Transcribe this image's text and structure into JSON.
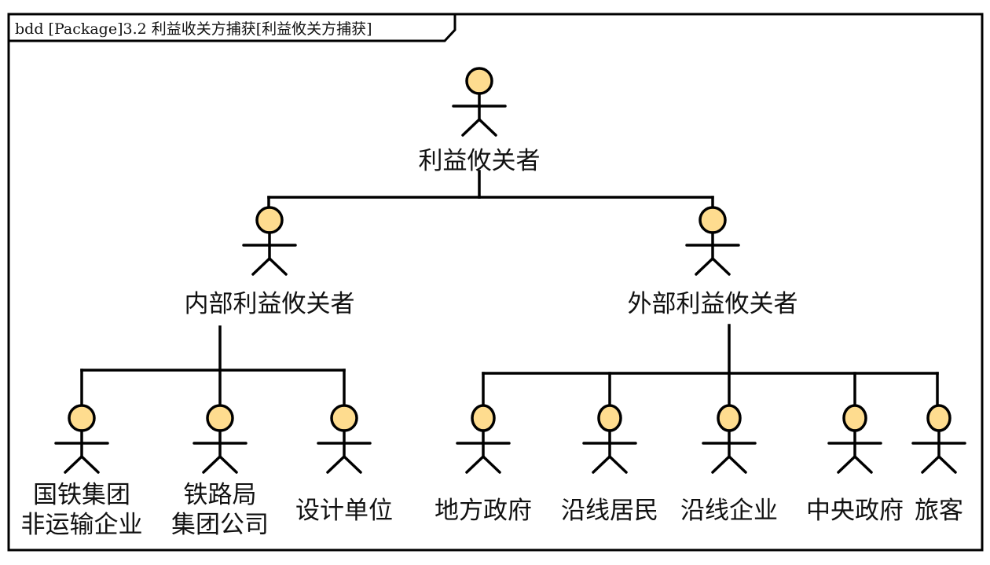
{
  "diagram": {
    "type": "bdd",
    "frame_title": "bdd [Package]3.2 利益收关方捕获[利益攸关方捕获]",
    "head_fill": "#FEDC8F",
    "line_color": "#000000",
    "root": {
      "id": "stakeholder",
      "label_lines": [
        "利益攸关者"
      ]
    },
    "groups": [
      {
        "id": "internal",
        "label_lines": [
          "内部利益攸关者"
        ],
        "children": [
          {
            "id": "cr-non-transport",
            "label_lines": [
              "国铁集团",
              "非运输企业"
            ]
          },
          {
            "id": "railway-bureau",
            "label_lines": [
              "铁路局",
              "集团公司"
            ]
          },
          {
            "id": "design-unit",
            "label_lines": [
              "设计单位"
            ]
          }
        ]
      },
      {
        "id": "external",
        "label_lines": [
          "外部利益攸关者"
        ],
        "children": [
          {
            "id": "local-government",
            "label_lines": [
              "地方政府"
            ]
          },
          {
            "id": "residents-along-line",
            "label_lines": [
              "沿线居民"
            ]
          },
          {
            "id": "enterprises-along-line",
            "label_lines": [
              "沿线企业"
            ]
          },
          {
            "id": "central-government",
            "label_lines": [
              "中央政府"
            ]
          },
          {
            "id": "passengers",
            "label_lines": [
              "旅客"
            ]
          }
        ]
      }
    ]
  }
}
